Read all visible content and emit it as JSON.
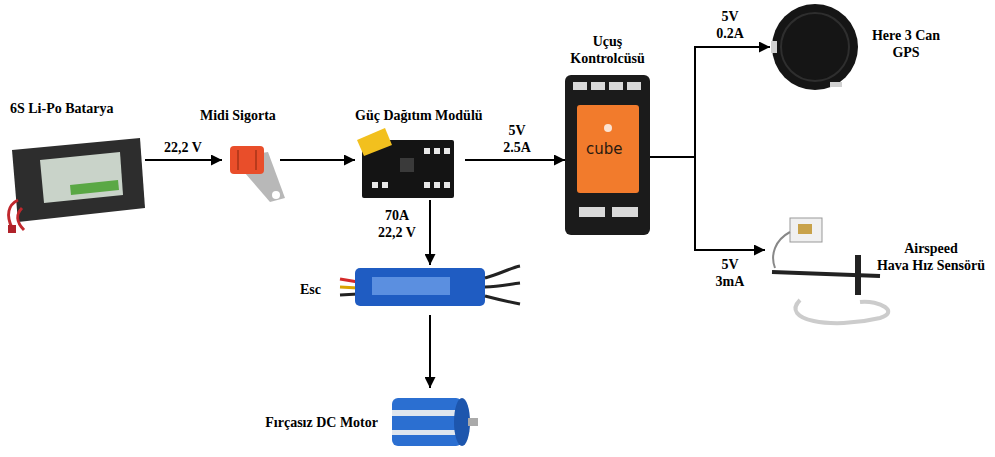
{
  "diagram": {
    "nodes": [
      {
        "text": [
          "6S Li-Po Batarya"
        ]
      },
      {
        "text": [
          "Midi Sigorta"
        ]
      },
      {
        "text": [
          "Güç Dağıtım Modülü"
        ]
      },
      {
        "text": [
          "Uçuş Kontrolcüsü"
        ]
      },
      {
        "text": [
          "Here 3 Can GPS"
        ]
      },
      {
        "text": [
          "Airspeed",
          "Hava Hız Sensörü"
        ]
      },
      {
        "text": [
          "Esc"
        ]
      },
      {
        "text": [
          "Fırçasız DC Motor"
        ]
      }
    ],
    "edges": [
      {
        "from": 0,
        "to": 1,
        "label": "22,2 V",
        "arrow": "to"
      },
      {
        "from": 1,
        "to": 2,
        "arrow": "to"
      },
      {
        "from": 2,
        "to": 3,
        "label": "5V 2.5A",
        "arrow": "to"
      },
      {
        "from": 3,
        "to": 4,
        "label": "5V 0.2A",
        "arrow": "to"
      },
      {
        "from": 3,
        "to": 5,
        "label": "5V 3mA",
        "arrow": "to"
      },
      {
        "from": 2,
        "to": 6,
        "label": "70A 22,2 V",
        "arrow": "to"
      },
      {
        "from": 6,
        "to": 7,
        "arrow": "to"
      }
    ],
    "labels": [
      "cube"
    ]
  }
}
